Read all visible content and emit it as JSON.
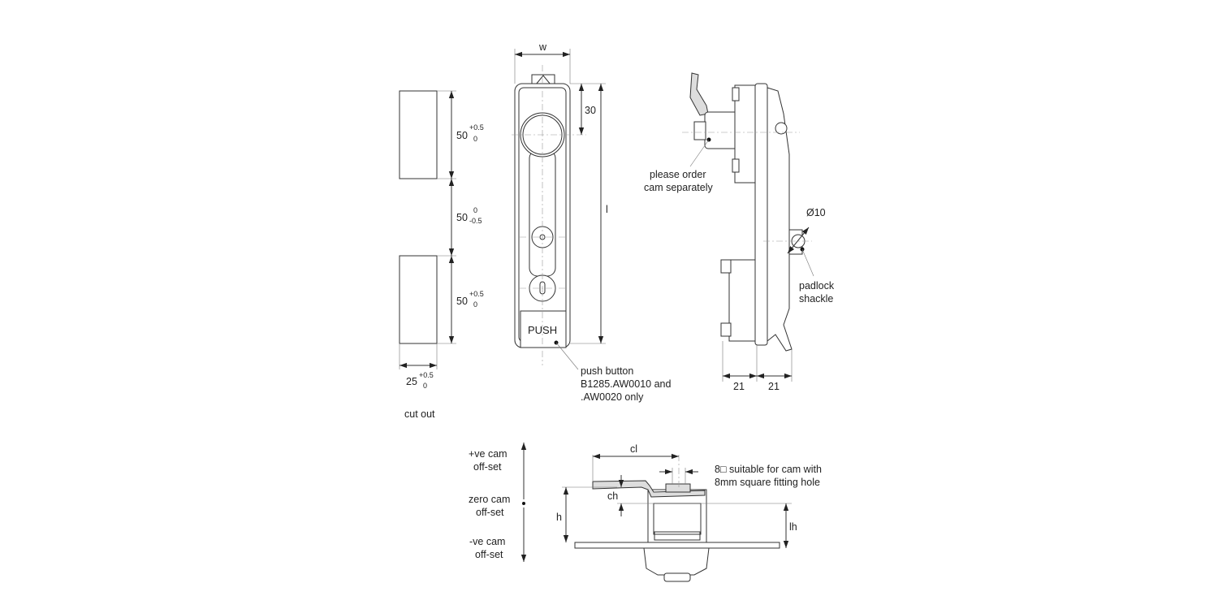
{
  "cutout": {
    "dim_top": {
      "value": "50",
      "upper": "+0.5",
      "lower": "0"
    },
    "dim_mid": {
      "value": "50",
      "upper": "0",
      "lower": "-0.5"
    },
    "dim_bot": {
      "value": "50",
      "upper": "+0.5",
      "lower": "0"
    },
    "dim_width": {
      "value": "25",
      "upper": "+0.5",
      "lower": "0"
    },
    "label": "cut out"
  },
  "front_view": {
    "dim_w": "w",
    "dim_30": "30",
    "dim_l": "l",
    "push_label": "PUSH",
    "push_note": [
      "push button",
      "B1285.AW0010 and",
      ".AW0020 only"
    ]
  },
  "side_view": {
    "cam_note": [
      "please order",
      "cam separately"
    ],
    "dia_label": "Ø10",
    "padlock_note": [
      "padlock",
      "shackle"
    ],
    "dim_left": "21",
    "dim_right": "21"
  },
  "bottom_view": {
    "offset_labels": {
      "positive": [
        "+ve cam",
        "off-set"
      ],
      "zero": [
        "zero cam",
        "off-set"
      ],
      "negative": [
        "-ve cam",
        "off-set"
      ]
    },
    "dim_cl": "cl",
    "dim_ch": "ch",
    "dim_h": "h",
    "dim_lh": "lh",
    "square_note": [
      "8□ suitable for cam with",
      "8mm square fitting hole"
    ]
  }
}
